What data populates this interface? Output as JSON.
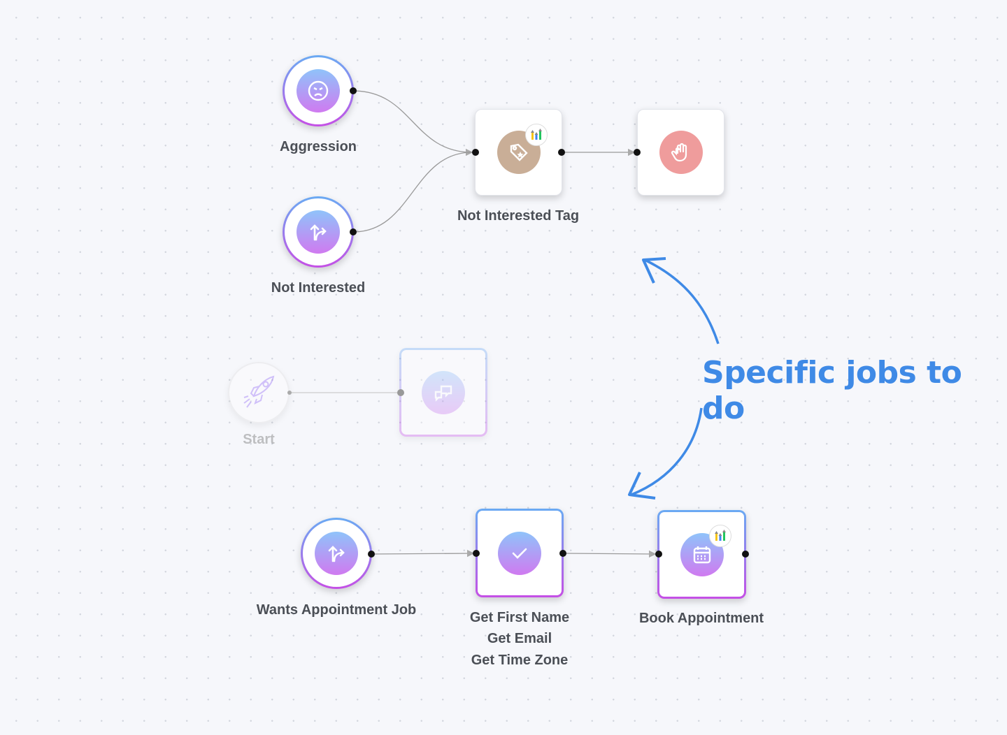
{
  "nodes": {
    "aggression": {
      "label": "Aggression",
      "icon": "angry-face-icon"
    },
    "not_interested": {
      "label": "Not Interested",
      "icon": "split-arrow-icon"
    },
    "not_interested_tag": {
      "label": "Not Interested Tag",
      "icon": "tag-icon",
      "badge": "integration-logo-icon"
    },
    "stop": {
      "icon": "hand-stop-icon"
    },
    "start": {
      "label": "Start",
      "icon": "rocket-icon"
    },
    "chat": {
      "icon": "chat-bubbles-icon"
    },
    "wants_appointment": {
      "label": "Wants Appointment Job",
      "icon": "split-arrow-icon"
    },
    "collect_info": {
      "labels": [
        "Get First Name",
        "Get Email",
        "Get Time Zone"
      ],
      "icon": "check-icon"
    },
    "book_appointment": {
      "label": "Book Appointment",
      "icon": "calendar-icon",
      "badge": "integration-logo-icon"
    }
  },
  "annotation": {
    "text": "Specific jobs to do",
    "color": "#3f8ae6"
  },
  "colors": {
    "tag": "#c9ae97",
    "stop": "#ef9c9c",
    "gradient_top": "#8fc3fa",
    "gradient_bottom": "#d07af0"
  }
}
